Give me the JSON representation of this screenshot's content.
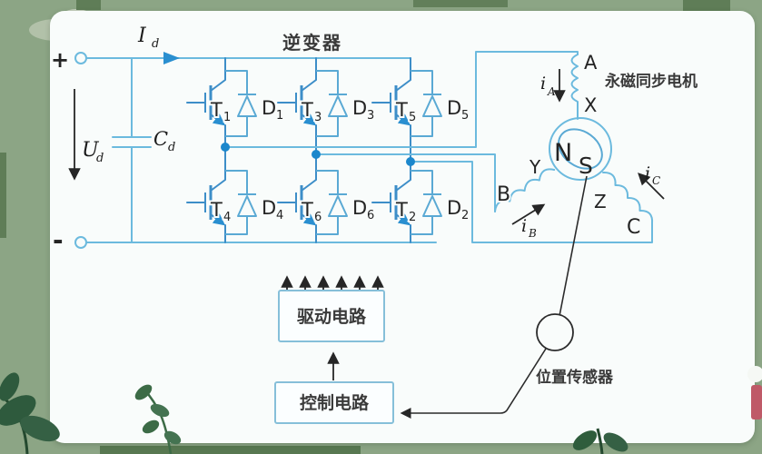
{
  "colors": {
    "background": "#8ca585",
    "card": "#f9fcfb",
    "wire_blue": "#6cbade",
    "device_blue": "#3d8ec8",
    "junction_blue": "#1b87cc",
    "ink": "#2b2b2b",
    "box_border": "#86bfd9",
    "accent_red": "#bf5a68",
    "leaf_green": "#2f5d3c"
  },
  "dc_source": {
    "plus": "+",
    "minus": "-",
    "current_label": {
      "base": "I",
      "sub": "d"
    },
    "voltage_label": {
      "base": "U",
      "sub": "d"
    },
    "capacitor_label": {
      "base": "C",
      "sub": "d"
    }
  },
  "inverter": {
    "title": "逆变器",
    "top_row": [
      {
        "t": "T",
        "tn": "1",
        "d": "D",
        "dn": "1"
      },
      {
        "t": "T",
        "tn": "3",
        "d": "D",
        "dn": "3"
      },
      {
        "t": "T",
        "tn": "5",
        "d": "D",
        "dn": "5"
      }
    ],
    "bottom_row": [
      {
        "t": "T",
        "tn": "4",
        "d": "D",
        "dn": "4"
      },
      {
        "t": "T",
        "tn": "6",
        "d": "D",
        "dn": "6"
      },
      {
        "t": "T",
        "tn": "2",
        "d": "D",
        "dn": "2"
      }
    ]
  },
  "motor": {
    "title": "永磁同步电机",
    "rotor_north": "N",
    "rotor_south": "S",
    "terminal_a": "A",
    "terminal_x": "X",
    "terminal_y": "Y",
    "terminal_b": "B",
    "terminal_z": "Z",
    "terminal_c": "C",
    "current_a": {
      "base": "i",
      "sub": "A"
    },
    "current_b": {
      "base": "i",
      "sub": "B"
    },
    "current_c": {
      "base": "i",
      "sub": "C"
    }
  },
  "control_system": {
    "drive_circuit": "驱动电路",
    "control_circuit": "控制电路",
    "position_sensor": "位置传感器"
  }
}
